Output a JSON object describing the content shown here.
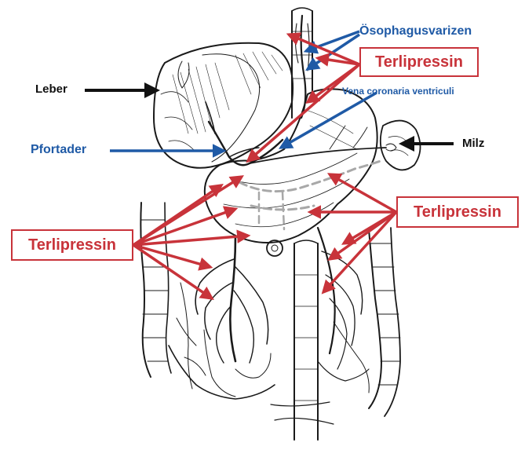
{
  "labels": {
    "leber": "Leber",
    "pfortader": "Pfortader",
    "milz": "Milz",
    "oesophagusvarizen": "Ösophagusvarizen",
    "vena_coronaria": "Vena coronaria ventriculi",
    "terlipressin_top": "Terlipressin",
    "terlipressin_left": "Terlipressin",
    "terlipressin_right": "Terlipressin"
  },
  "colors": {
    "drug": "#c8333a",
    "vessel_label": "#1f5aa6",
    "organ_label": "#111111"
  }
}
